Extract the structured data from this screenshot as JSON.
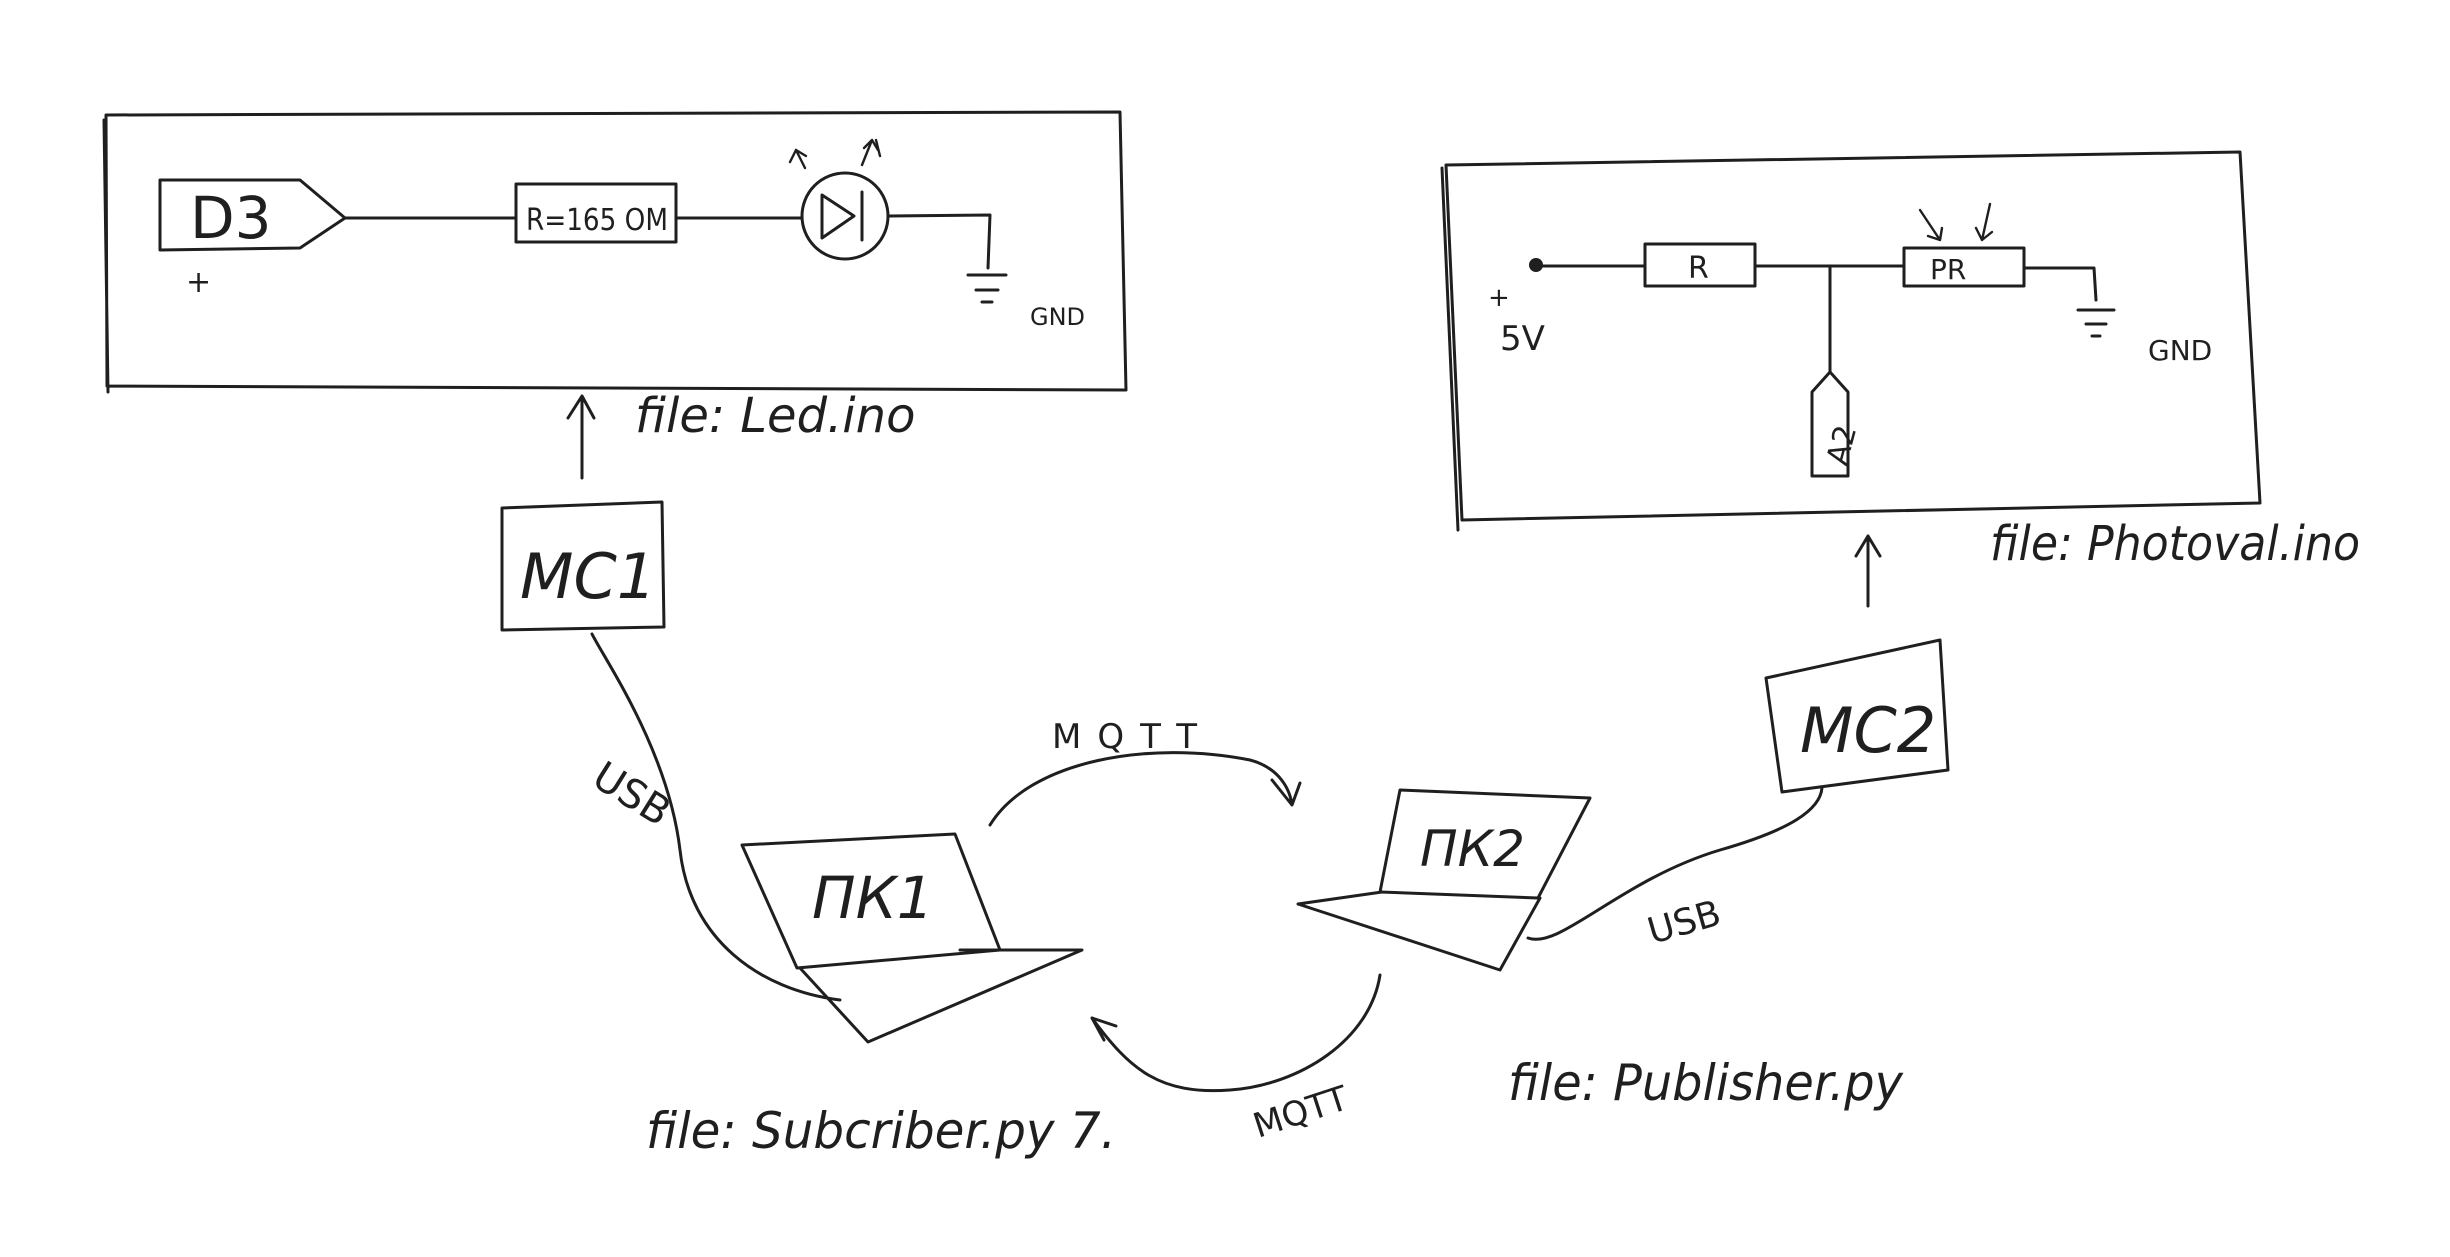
{
  "left_circuit": {
    "pin_label": "D3",
    "plus_label": "+",
    "resistor_label": "R=165 OM",
    "gnd_label": "GND"
  },
  "right_circuit": {
    "supply_label": "5V",
    "plus_label": "+",
    "resistor_label": "R",
    "photoresistor_label": "PR",
    "pin_label": "A2",
    "gnd_label": "GND"
  },
  "nodes": {
    "mc1": "MC1",
    "mc2": "MC2",
    "pk1": "ПК1",
    "pk2": "ПК2"
  },
  "files": {
    "led": "file: Led.ino",
    "photo": "file: Photoval.ino",
    "subscriber": "file: Subcriber.py 7.",
    "publisher": "file: Publisher.py"
  },
  "links": {
    "usb_left": "USB",
    "usb_right": "USB",
    "mqtt_top": "MQTT",
    "mqtt_bottom": "MQTT"
  }
}
